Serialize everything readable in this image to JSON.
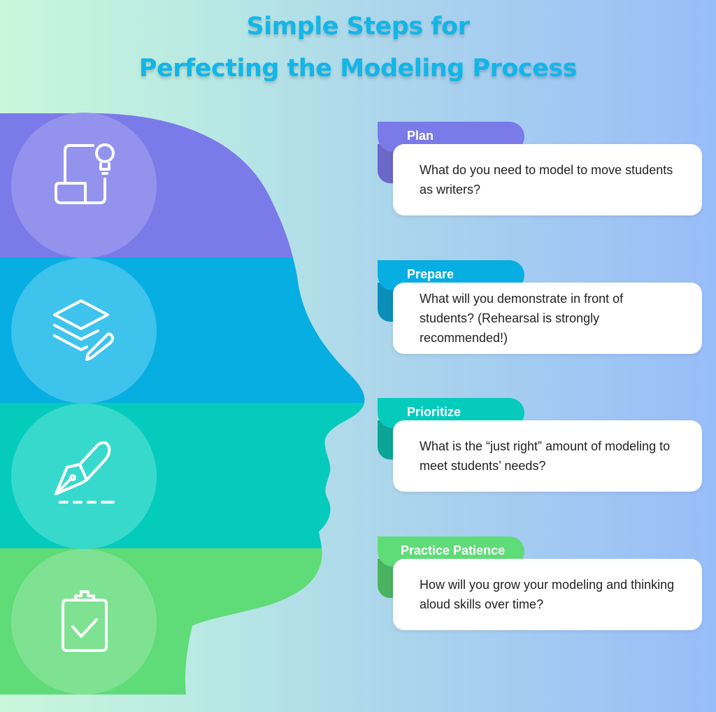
{
  "title": {
    "line1": "Simple Steps for",
    "line2": "Perfecting the Modeling Process"
  },
  "steps": [
    {
      "label": "Plan",
      "text": "What do you need to model to move students as writers?",
      "icon": "scroll-lightbulb-icon",
      "color": "#7b7ae9",
      "circle": "#9393ee",
      "shade": "#6a68c9"
    },
    {
      "label": "Prepare",
      "text": "What will you demonstrate in front of students? (Rehearsal is strongly recommended!)",
      "icon": "layers-pencil-icon",
      "color": "#06aee2",
      "circle": "#3dc3ec",
      "shade": "#0b8fba"
    },
    {
      "label": "Prioritize",
      "text": "What is the “just right” amount of modeling to meet students’ needs?",
      "icon": "pen-nib-icon",
      "color": "#05cbbd",
      "circle": "#38d9cd",
      "shade": "#0aa597"
    },
    {
      "label": "Practice Patience",
      "text": "How will you grow your modeling and thinking aloud skills over time?",
      "icon": "clipboard-check-icon",
      "color": "#5fdb78",
      "circle": "#7fe293",
      "shade": "#49b35f"
    }
  ]
}
